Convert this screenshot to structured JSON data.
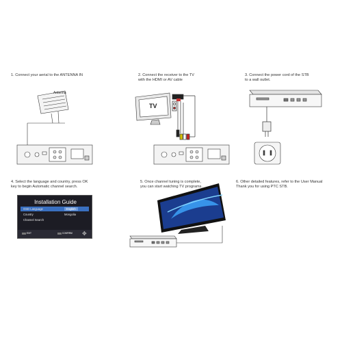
{
  "steps": [
    {
      "text": "1. Connect your aerial to the ANTENNA IN"
    },
    {
      "text": "2. Connect the receiver to the TV\nwith the HDMI or AV cable"
    },
    {
      "text": "3. Connect the power cord of the STB\nto a wall outlet."
    },
    {
      "text": "4. Select the language and country, press OK\nkey to begin Automatic channel search."
    },
    {
      "text": "5. Once channel tuning is complete,\nyou can start watching TV programs."
    },
    {
      "text": "6. Other detailed features, refer to the User Manual\nThank you for using PTC STB."
    }
  ],
  "antenna_label": "Antenna",
  "tv_label": "TV",
  "installation_guide": {
    "title": "Installation Guide",
    "rows": [
      {
        "label": "OSD Language",
        "value": "English"
      },
      {
        "label": "Country",
        "value": "Mongolia"
      },
      {
        "label": "Channel Search",
        "value": ""
      }
    ],
    "footer": {
      "exit": "EXIT",
      "confirm": "CONFIRM"
    }
  },
  "colors": {
    "text": "#333333",
    "guide_bg": "#1c1c24",
    "guide_highlight": "#3a70c0",
    "tv_screen": "#1b3d8f"
  }
}
